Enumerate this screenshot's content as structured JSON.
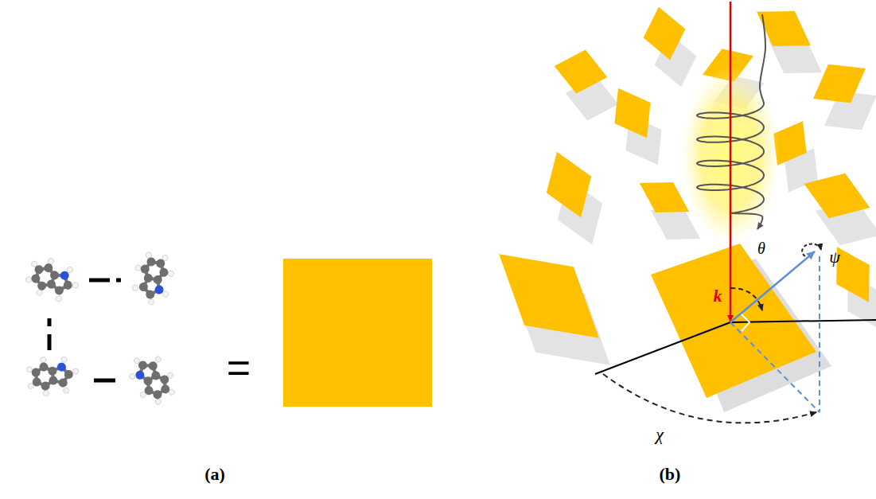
{
  "diagram": {
    "labels": [
      "=",
      "(a)",
      "(b)",
      "k",
      "θ",
      "ψ",
      "χ"
    ]
  }
}
